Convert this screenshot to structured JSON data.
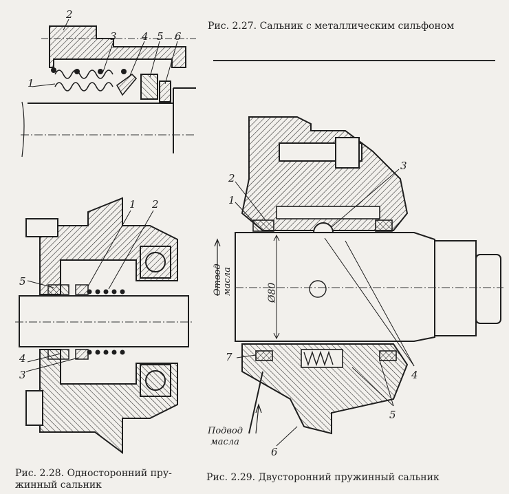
{
  "captions": {
    "fig27": "Рис. 2.27. Сальник с металлическим сильфоном",
    "fig28_line1": "Рис. 2.28. Односторонний пру-",
    "fig28_line2": "жинный сальник",
    "fig29": "Рис. 2.29. Двусторонний пружинный сальник"
  },
  "fig27": {
    "labels": [
      "1",
      "2",
      "3",
      "4",
      "5",
      "6"
    ]
  },
  "fig28": {
    "labels": [
      "1",
      "2",
      "3",
      "4",
      "5"
    ]
  },
  "fig29": {
    "labels": [
      "1",
      "2",
      "3",
      "4",
      "5",
      "6",
      "7"
    ],
    "oil_out_1": "Отвод",
    "oil_out_2": "масла",
    "oil_in_1": "Подвод",
    "oil_in_2": "масла",
    "diameter": "Ø80"
  }
}
